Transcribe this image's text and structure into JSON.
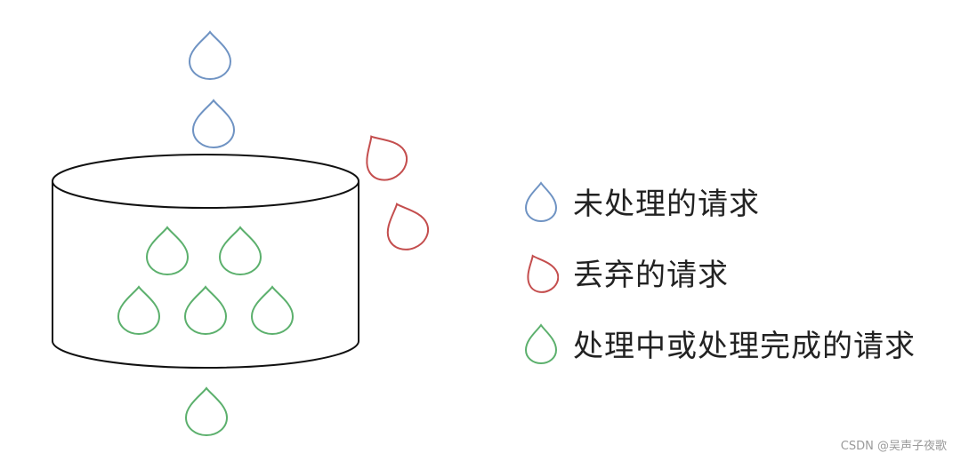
{
  "colors": {
    "unprocessed": "#6f93c3",
    "dropped": "#c44e4e",
    "processed": "#5cb06d",
    "bucket_outline": "#111111"
  },
  "legend": [
    {
      "icon": "blue-drop-icon",
      "label": "未处理的请求",
      "color_key": "unprocessed"
    },
    {
      "icon": "red-drop-icon",
      "label": "丢弃的请求",
      "color_key": "dropped"
    },
    {
      "icon": "green-drop-icon",
      "label": "处理中或处理完成的请求",
      "color_key": "processed"
    }
  ],
  "watermark": "CSDN @吴声子夜歌"
}
